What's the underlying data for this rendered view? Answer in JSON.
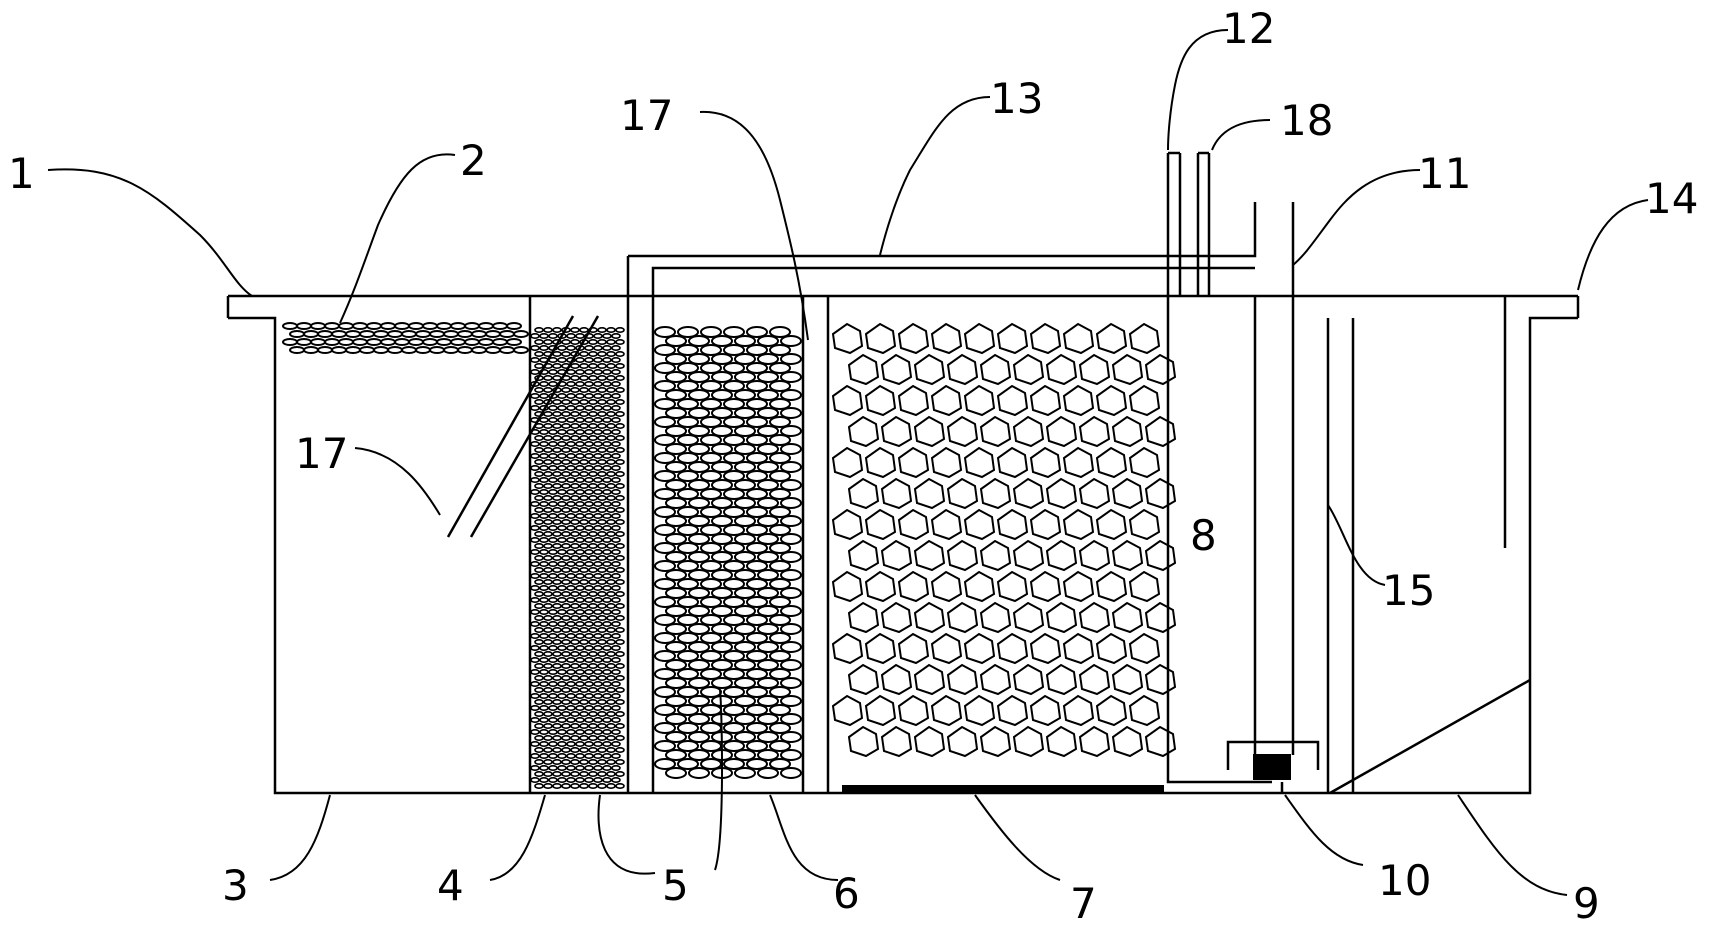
{
  "colors": {
    "stroke": "#000000",
    "background": "#ffffff"
  },
  "labels": {
    "l1": "1",
    "l2": "2",
    "l3": "3",
    "l4": "4",
    "l5": "5",
    "l6": "6",
    "l7": "7",
    "l8": "8",
    "l9": "9",
    "l10": "10",
    "l11": "11",
    "l12": "12",
    "l13": "13",
    "l14": "14",
    "l15": "15",
    "l17a": "17",
    "l17b": "17",
    "l18": "18"
  }
}
